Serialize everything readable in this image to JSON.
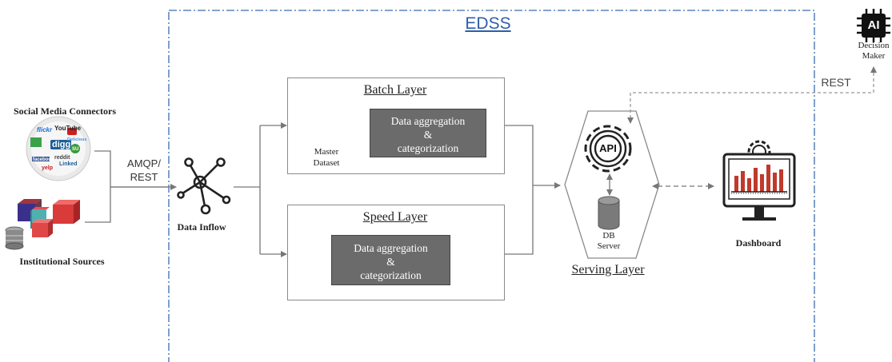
{
  "edss": {
    "title": "EDSS"
  },
  "sources": {
    "social": "Social Media Connectors",
    "institutional": "Institutional Sources",
    "social_logos": [
      "flickr",
      "You Tube",
      "digg",
      "reddit",
      "Linkedin",
      "facebook",
      "yelp",
      "StumbleUpon",
      "Delicious"
    ]
  },
  "protocol": {
    "line1": "AMQP/",
    "line2": "REST"
  },
  "data_inflow": {
    "label": "Data Inflow"
  },
  "batch": {
    "title": "Batch Layer",
    "dataset_line1": "Master",
    "dataset_line2": "Dataset",
    "proc_line1": "Data aggregation",
    "proc_line2": "&",
    "proc_line3": "categorization"
  },
  "speed": {
    "title": "Speed Layer",
    "proc_line1": "Data aggregation",
    "proc_line2": "&",
    "proc_line3": "categorization"
  },
  "serving": {
    "title": "Serving Layer",
    "api": "API",
    "db_line1": "DB",
    "db_line2": "Server"
  },
  "dashboard": {
    "label": "Dashboard"
  },
  "decision": {
    "chip": "AI",
    "line1": "Decision",
    "line2": "Maker",
    "rest": "REST"
  }
}
